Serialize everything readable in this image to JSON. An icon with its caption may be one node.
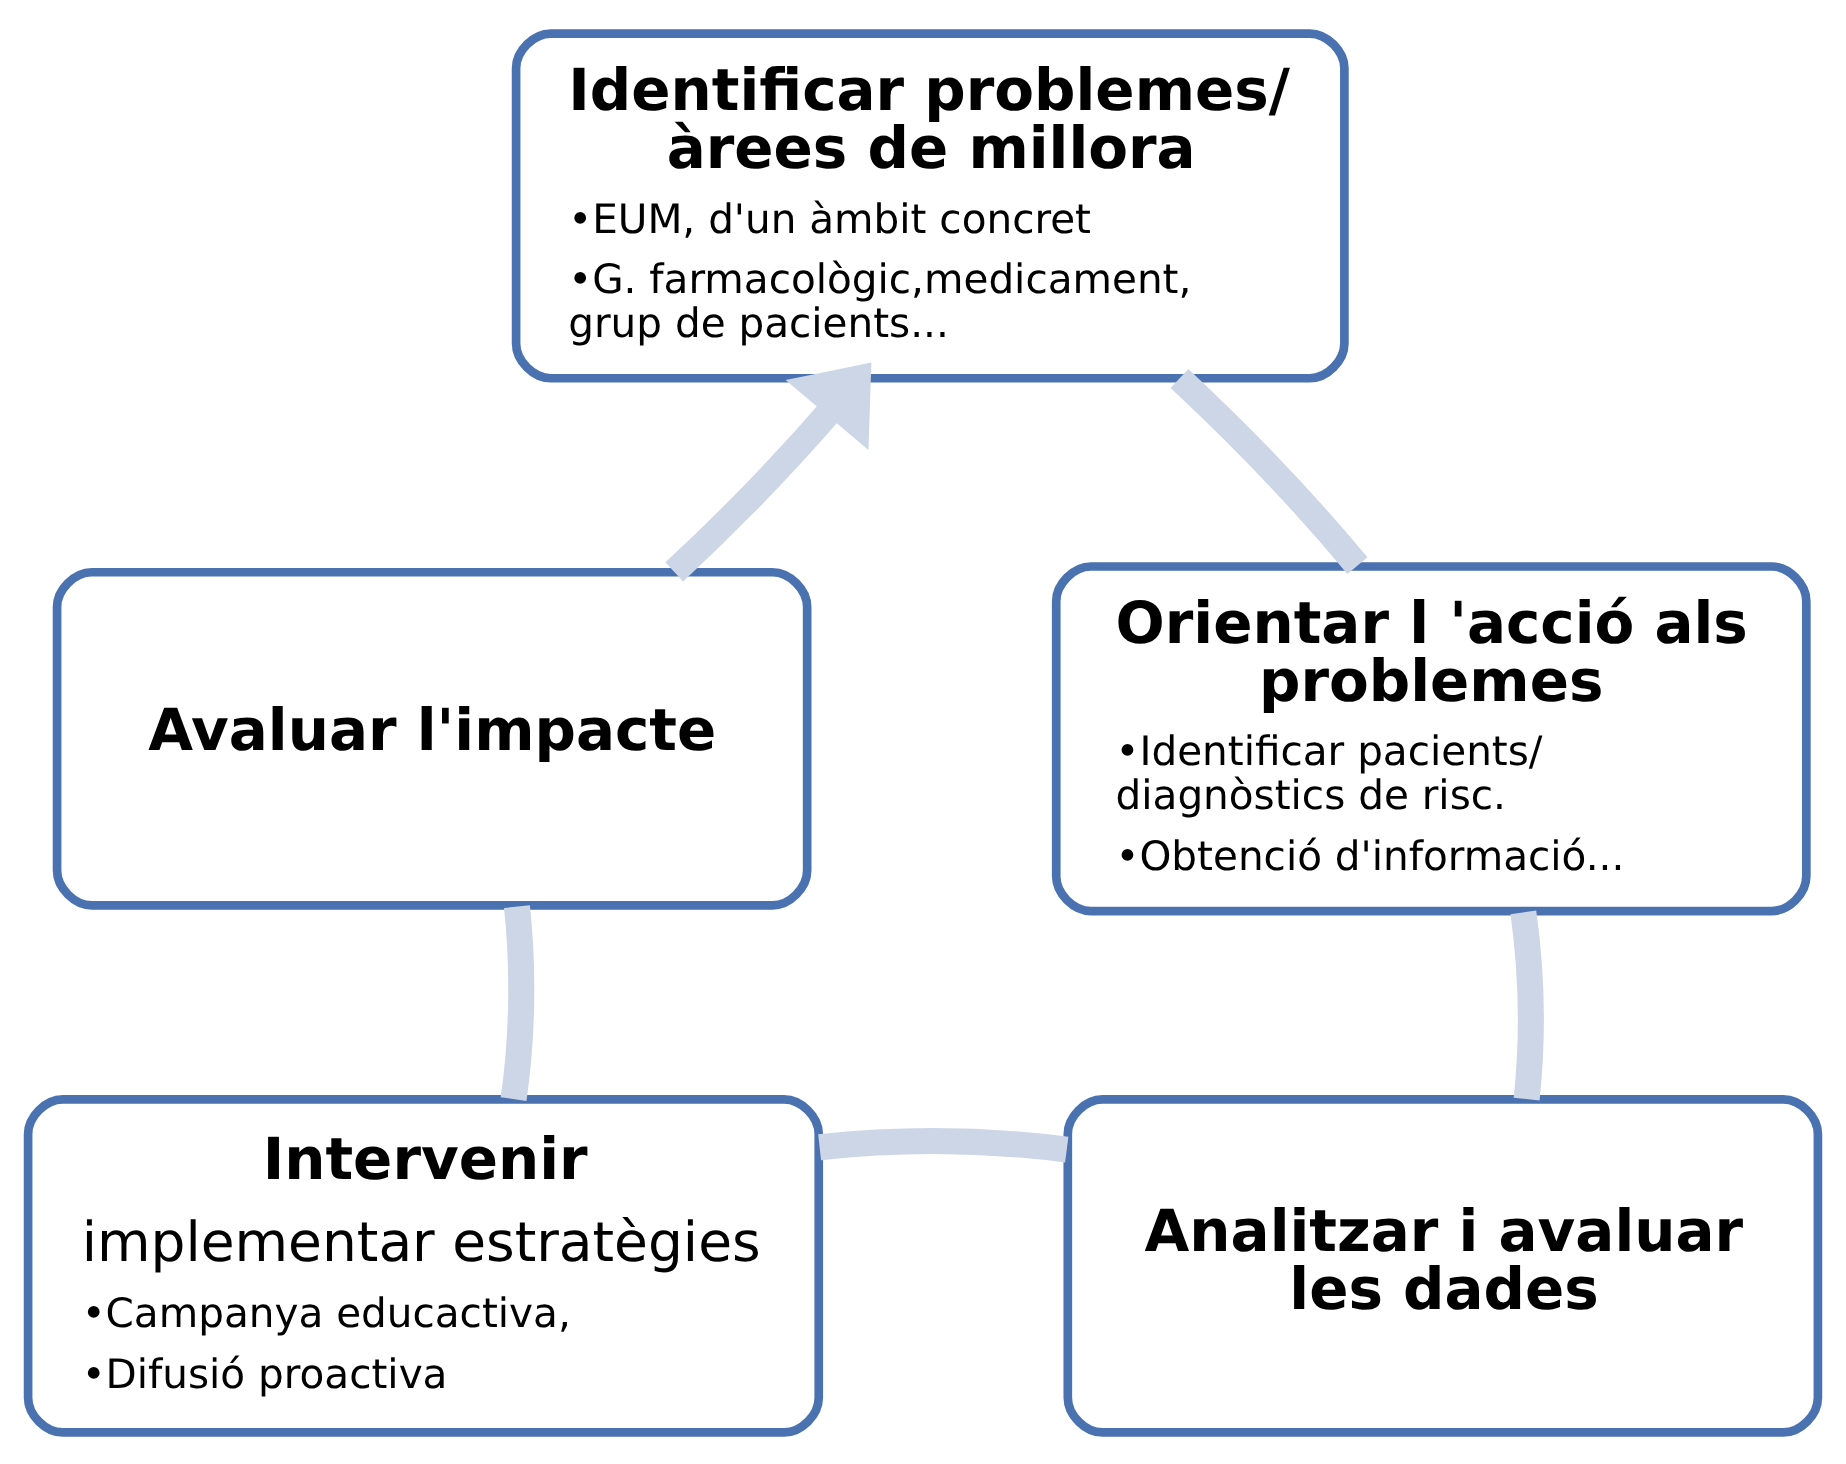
{
  "diagram": {
    "nodes": [
      {
        "text": [
          "Identificar problemes/ àrees de millora",
          "•EUM, d'un àmbit concret",
          "•G. farmacològic,medicament, grup de pacients..."
        ]
      },
      {
        "text": [
          "Orientar l 'acció als problemes",
          "•Identificar pacients/ diagnòstics de risc.",
          "•Obtenció d'informació..."
        ]
      },
      {
        "text": [
          "Analitzar i avaluar les dades"
        ]
      },
      {
        "text": [
          "Intervenir",
          "implementar estratègies",
          "•Campanya educactiva,",
          "•Difusió proactiva"
        ]
      },
      {
        "text": [
          "Avaluar l'impacte"
        ]
      }
    ],
    "edges": [
      {
        "from": 0,
        "to": 1,
        "arrow": "none"
      },
      {
        "from": 1,
        "to": 2,
        "arrow": "none"
      },
      {
        "from": 2,
        "to": 3,
        "arrow": "none"
      },
      {
        "from": 3,
        "to": 4,
        "arrow": "none"
      },
      {
        "from": 4,
        "to": 0,
        "arrow": "to"
      }
    ]
  }
}
